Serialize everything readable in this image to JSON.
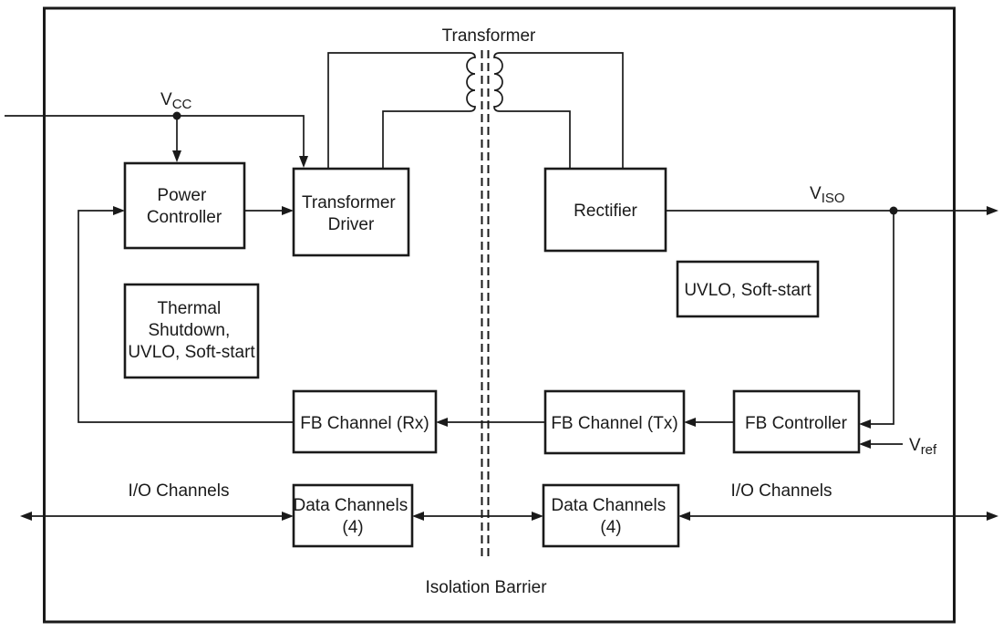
{
  "diagram": {
    "labels": {
      "transformer": "Transformer",
      "isolation_barrier": "Isolation Barrier",
      "io_channels_left": "I/O Channels",
      "io_channels_right": "I/O Channels"
    },
    "pins": {
      "vcc": {
        "base": "V",
        "sub": "CC"
      },
      "viso": {
        "base": "V",
        "sub": "ISO"
      },
      "vref": {
        "base": "V",
        "sub": "ref"
      }
    },
    "blocks": {
      "power_controller": {
        "lines": [
          "Power",
          "Controller"
        ]
      },
      "transformer_driver": {
        "lines": [
          "Transformer",
          "Driver"
        ]
      },
      "rectifier": {
        "lines": [
          "Rectifier"
        ]
      },
      "thermal_shutdown": {
        "lines": [
          "Thermal",
          "Shutdown,",
          "UVLO, Soft-start"
        ]
      },
      "uvlo_soft_start": {
        "lines": [
          "UVLO, Soft-start"
        ]
      },
      "fb_channel_rx": {
        "lines": [
          "FB Channel (Rx)"
        ]
      },
      "fb_channel_tx": {
        "lines": [
          "FB Channel (Tx)"
        ]
      },
      "fb_controller": {
        "lines": [
          "FB Controller"
        ]
      },
      "data_channels_left": {
        "lines": [
          "Data Channels",
          "(4)"
        ]
      },
      "data_channels_right": {
        "lines": [
          "Data Channels",
          "(4)"
        ]
      }
    },
    "colors": {
      "line": "#1a1a1a",
      "background": "#ffffff"
    }
  }
}
